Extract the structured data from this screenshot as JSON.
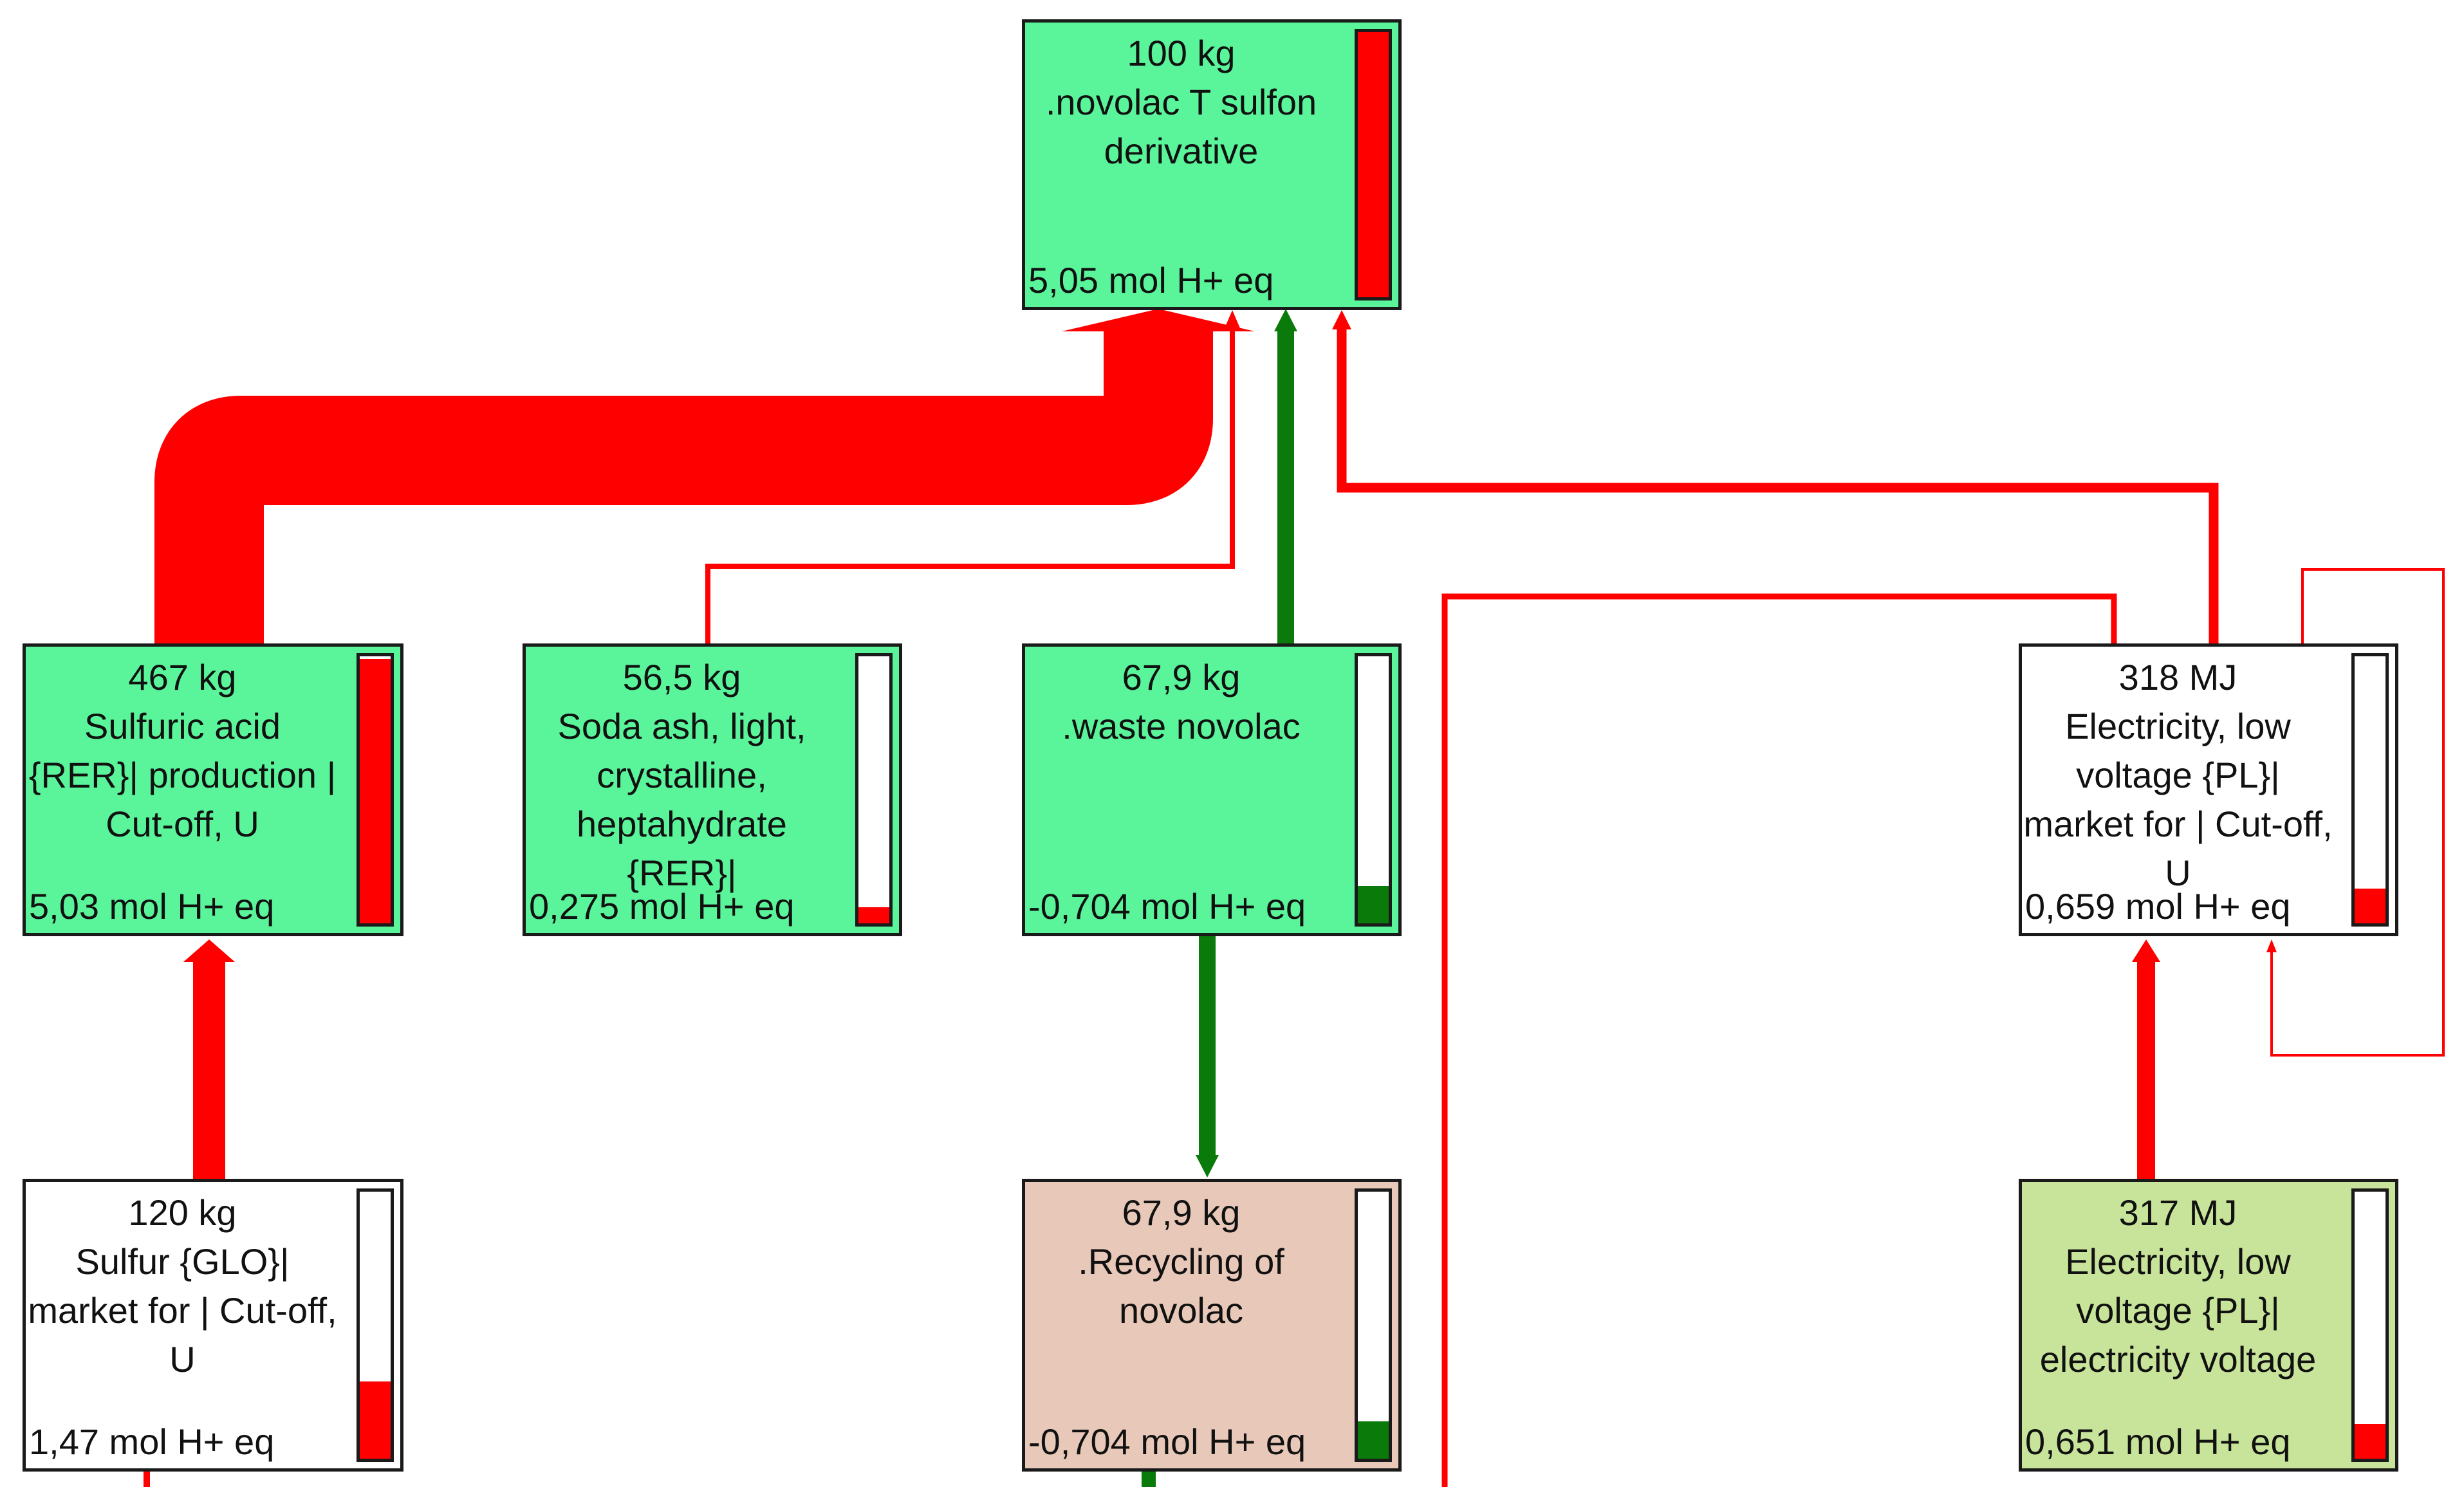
{
  "colors": {
    "positive_flow": "#ff0000",
    "negative_flow": "#0a7a0a",
    "node_green": "#5af59a",
    "node_white": "#ffffff",
    "node_pink": "#e8c8b8",
    "node_lime": "#c8e49a"
  },
  "nodes": {
    "top": {
      "amount": "100 kg",
      "title": ".novolac T sulfon derivative",
      "score": "5,05 mol H+ eq",
      "bar_fraction": 1.0,
      "bar_sign": "positive"
    },
    "sulfuric": {
      "amount": "467 kg",
      "title": "Sulfuric acid {RER}| production | Cut-off, U",
      "score": "5,03 mol H+ eq",
      "bar_fraction": 0.99,
      "bar_sign": "positive"
    },
    "soda": {
      "amount": "56,5 kg",
      "title": "Soda ash, light, crystalline, heptahydrate {RER}|",
      "score": "0,275 mol H+ eq",
      "bar_fraction": 0.06,
      "bar_sign": "positive"
    },
    "waste": {
      "amount": "67,9 kg",
      "title": ".waste novolac",
      "score": "-0,704 mol H+ eq",
      "bar_fraction": 0.14,
      "bar_sign": "negative"
    },
    "elec_market": {
      "amount": "318 MJ",
      "title": "Electricity, low voltage {PL}| market for | Cut-off, U",
      "score": "0,659 mol H+ eq",
      "bar_fraction": 0.13,
      "bar_sign": "positive"
    },
    "sulfur": {
      "amount": "120 kg",
      "title": "Sulfur {GLO}| market for | Cut-off, U",
      "score": "1,47 mol H+ eq",
      "bar_fraction": 0.29,
      "bar_sign": "positive"
    },
    "recycling": {
      "amount": "67,9 kg",
      "title": ".Recycling of novolac",
      "score": "-0,704 mol H+ eq",
      "bar_fraction": 0.14,
      "bar_sign": "negative"
    },
    "elec_voltage": {
      "amount": "317 MJ",
      "title": "Electricity, low voltage {PL}| electricity voltage",
      "score": "0,651 mol H+ eq",
      "bar_fraction": 0.13,
      "bar_sign": "positive"
    }
  }
}
